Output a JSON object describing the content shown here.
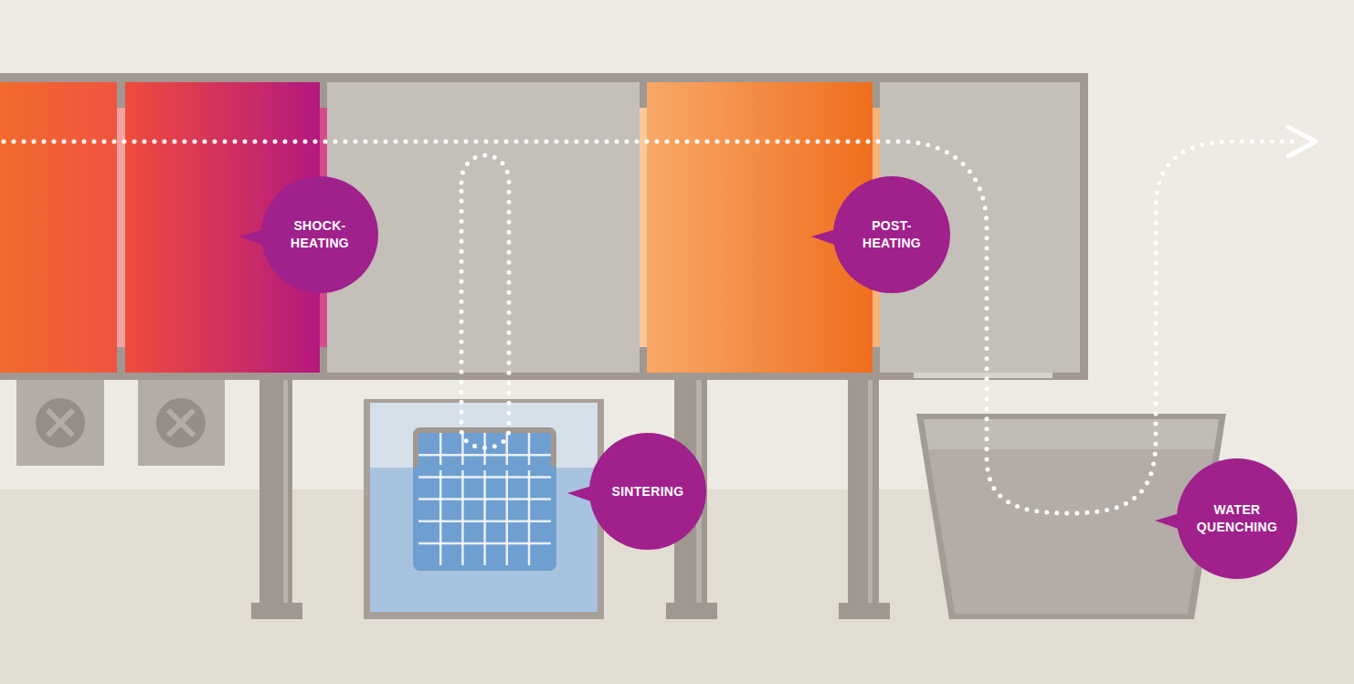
{
  "diagram": {
    "nodes": [
      {
        "text": [
          "SHOCK- HEATING"
        ]
      },
      {
        "text": [
          "POST- HEATING"
        ]
      },
      {
        "text": [
          "SINTERING"
        ]
      },
      {
        "text": [
          "WATER QUENCHING"
        ]
      }
    ]
  }
}
